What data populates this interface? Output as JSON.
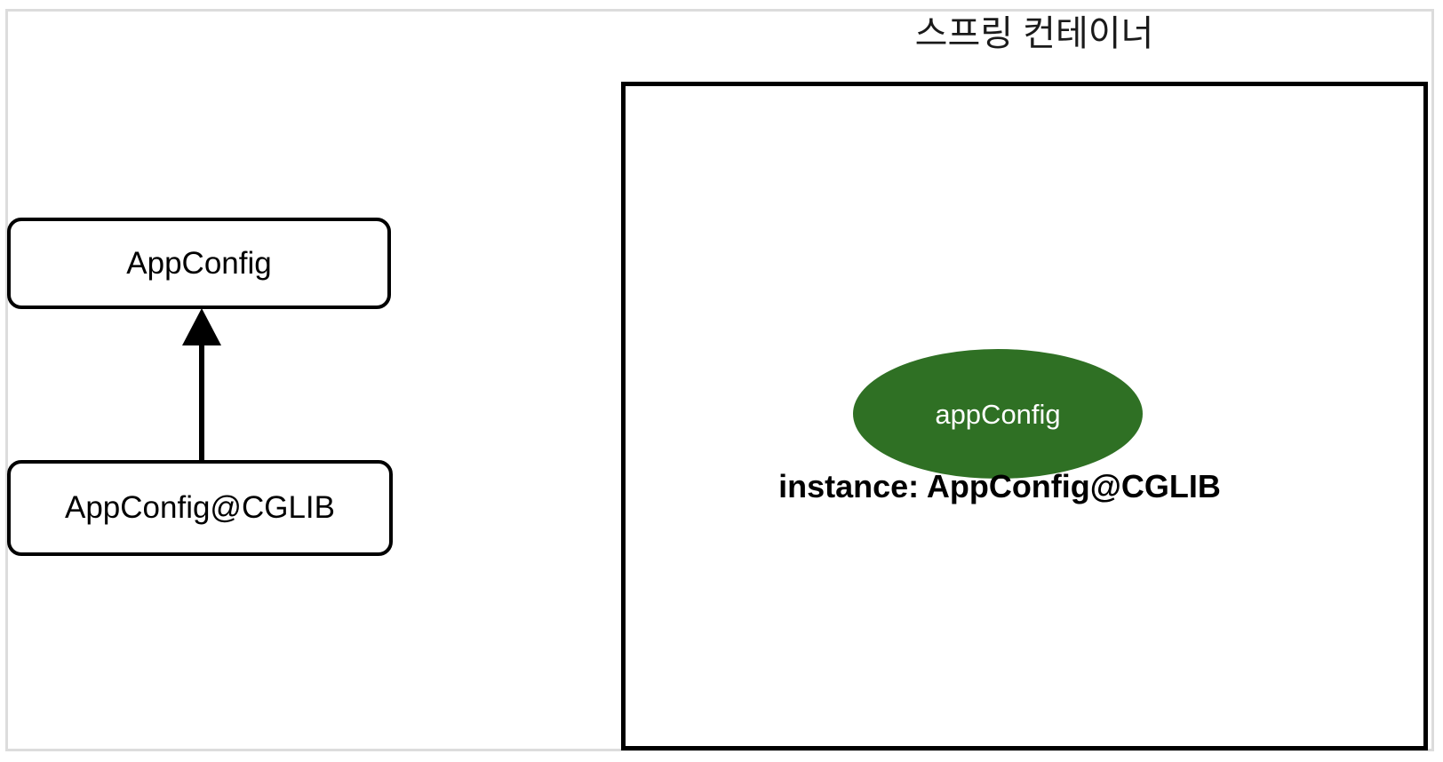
{
  "diagram": {
    "title": "스프링 컨테이너",
    "left_panel": {
      "boxes": [
        {
          "id": "appconfig",
          "label": "AppConfig"
        },
        {
          "id": "appconfig-cglib",
          "label": "AppConfig@CGLIB"
        }
      ],
      "relation": {
        "name": "inheritance-arrow",
        "from": "AppConfig@CGLIB",
        "to": "AppConfig",
        "style": "solid-line-with-filled-triangle-head"
      }
    },
    "container": {
      "bean": {
        "name": "appConfig",
        "instance_text": "instance: AppConfig@CGLIB"
      }
    }
  },
  "colors": {
    "bean_fill": "#2f7024",
    "bean_text": "#ffffff",
    "stroke": "#000000",
    "page_frame": "#dcdcdc",
    "background": "#ffffff"
  }
}
